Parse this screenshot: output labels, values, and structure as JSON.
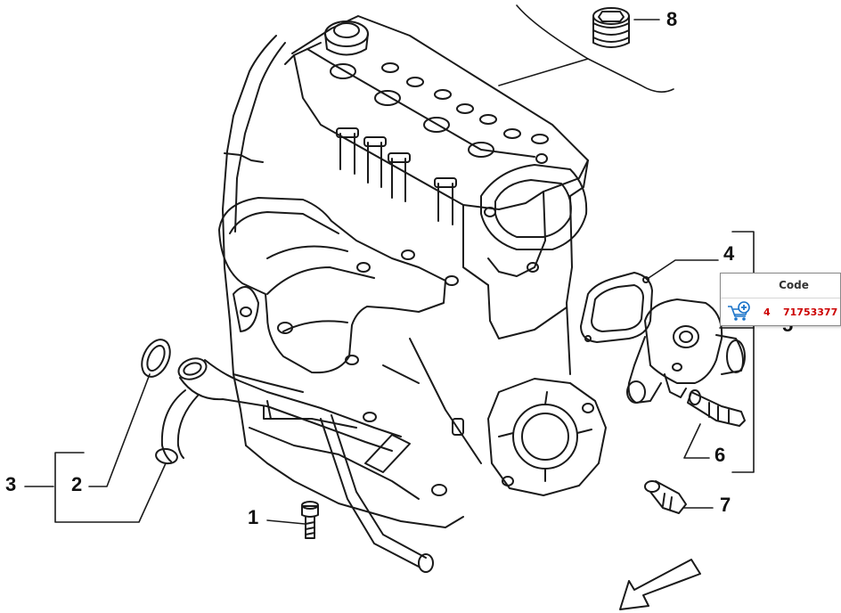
{
  "callouts": [
    {
      "id": "1",
      "text": "1"
    },
    {
      "id": "2",
      "text": "2"
    },
    {
      "id": "3",
      "text": "3"
    },
    {
      "id": "4",
      "text": "4"
    },
    {
      "id": "5",
      "text": "5"
    },
    {
      "id": "6",
      "text": "6"
    },
    {
      "id": "7",
      "text": "7"
    },
    {
      "id": "8",
      "text": "8"
    }
  ],
  "popup": {
    "header": "Code",
    "row": {
      "ref": "4",
      "code": "71753377"
    },
    "icon": "cart-add-icon",
    "accent_color": "#cc0000",
    "icon_color": "#1a73c9"
  },
  "colors": {
    "line": "#1a1a1a",
    "background": "#ffffff"
  }
}
